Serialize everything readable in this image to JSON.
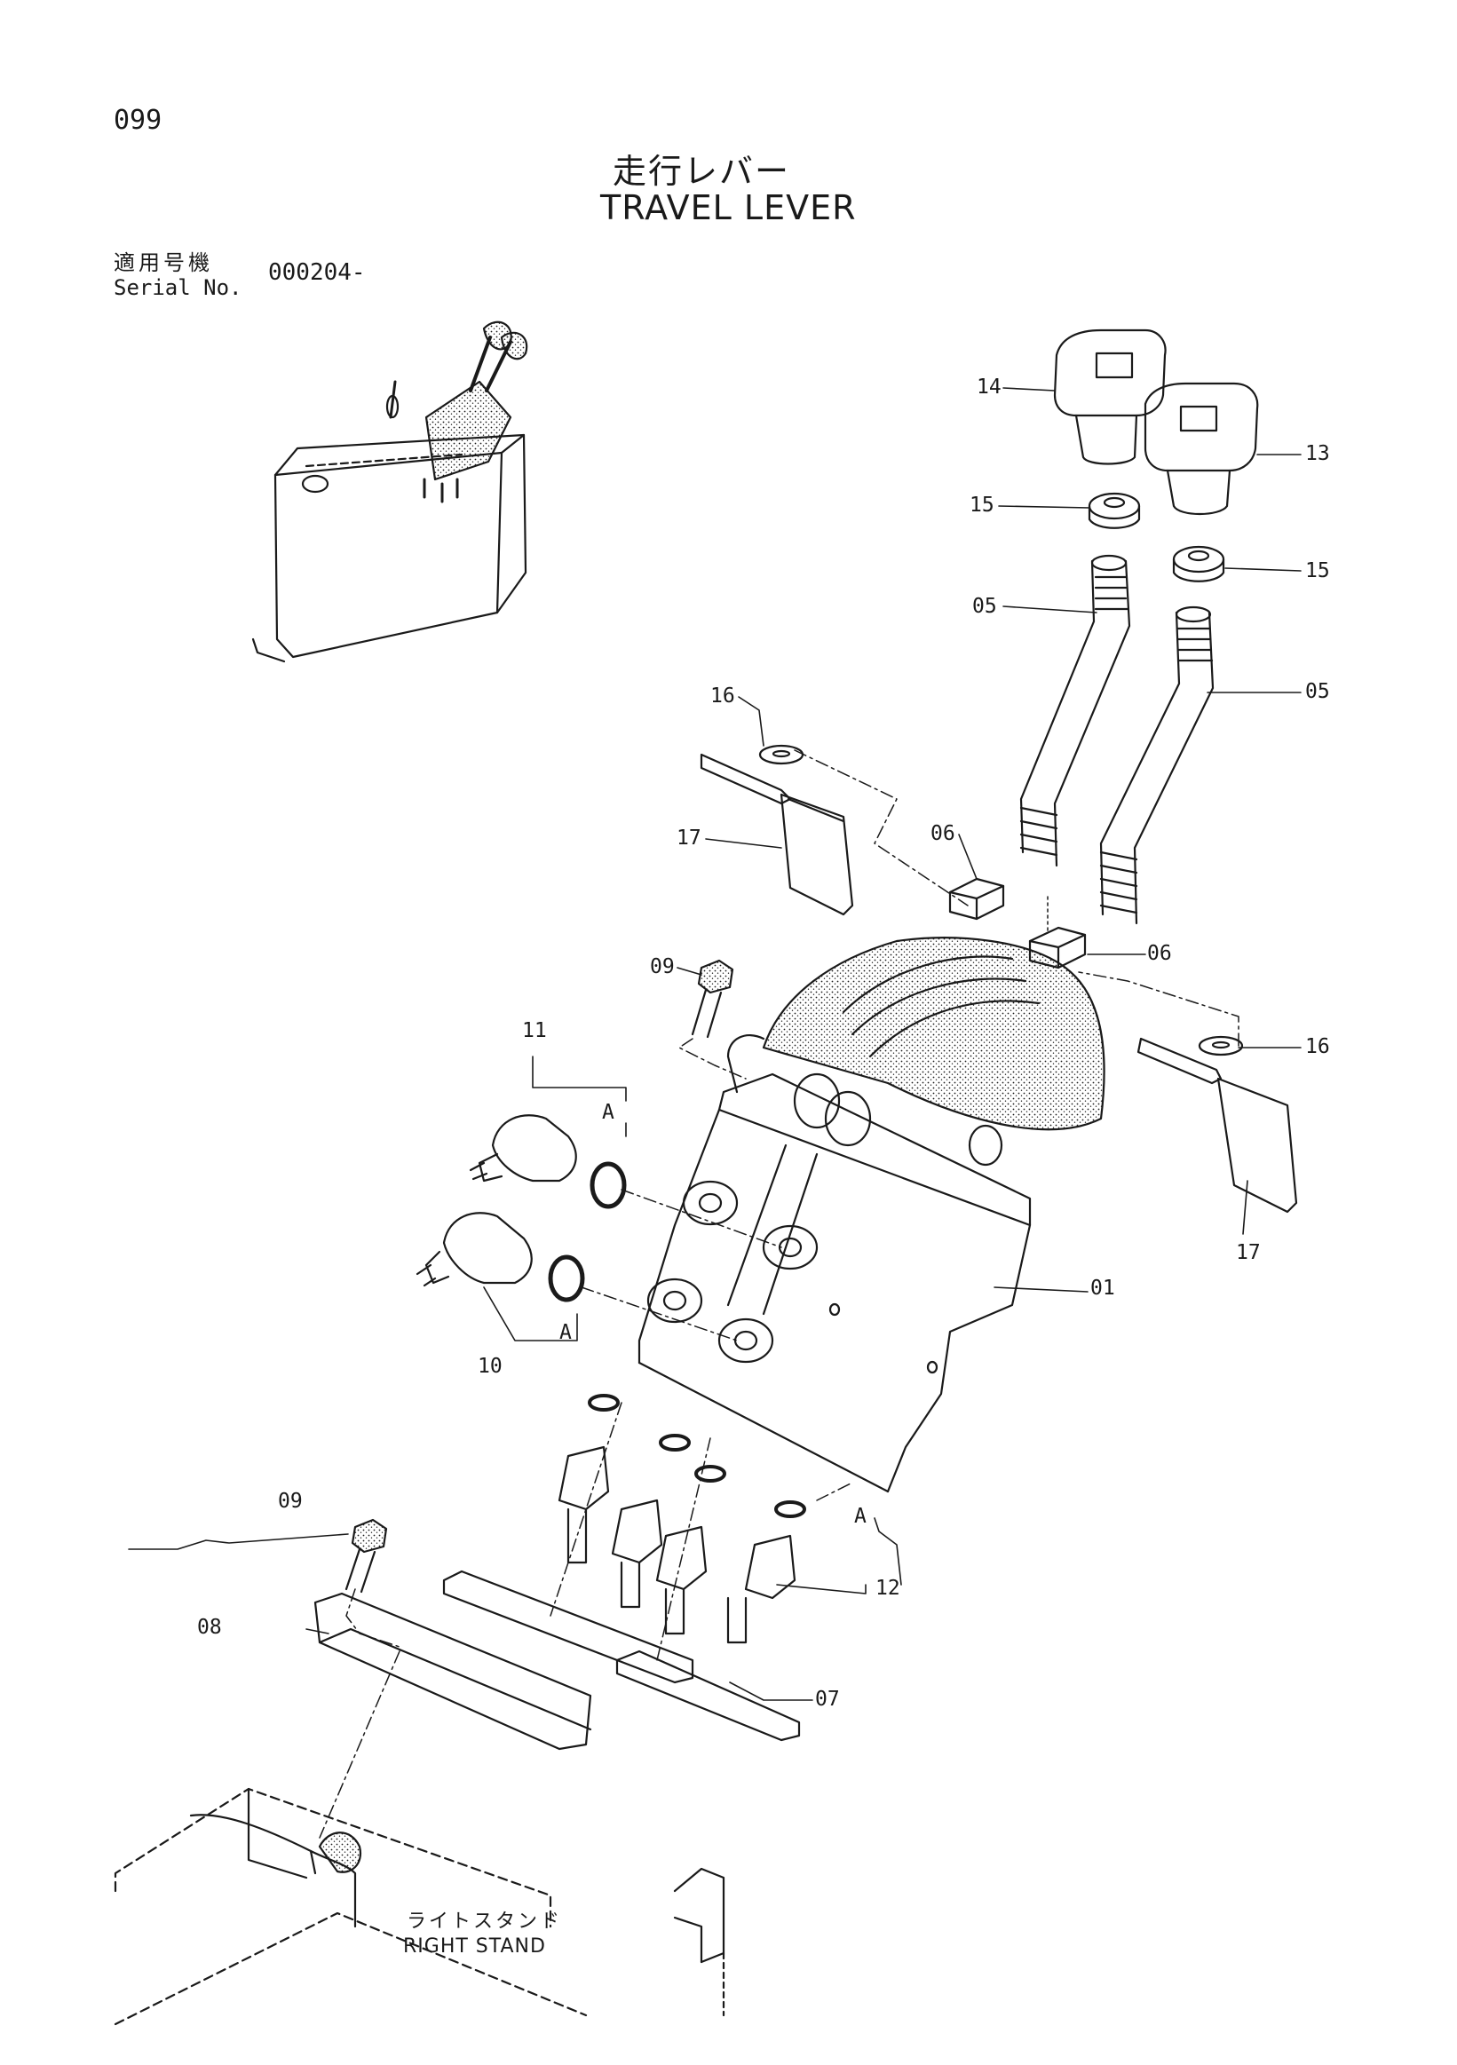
{
  "page": {
    "number": "099",
    "title_jp": "走行レバー",
    "title_en": "TRAVEL LEVER"
  },
  "serial": {
    "label_jp": "適用号機",
    "label_en": "Serial No.",
    "value": "000204-"
  },
  "stand": {
    "label_jp": "ライトスタンド",
    "label_en": "RIGHT STAND"
  },
  "callouts": {
    "c01": "01",
    "c05a": "05",
    "c05b": "05",
    "c06a": "06",
    "c06b": "06",
    "c07": "07",
    "c08": "08",
    "c09a": "09",
    "c09b": "09",
    "c10": "10",
    "c11": "11",
    "c12": "12",
    "c13": "13",
    "c14": "14",
    "c15a": "15",
    "c15b": "15",
    "c16a": "16",
    "c16b": "16",
    "c17a": "17",
    "c17b": "17",
    "ref_a1": "A",
    "ref_a2": "A",
    "ref_a3": "A"
  },
  "colors": {
    "ink": "#1a1a1a",
    "paper": "#ffffff"
  }
}
